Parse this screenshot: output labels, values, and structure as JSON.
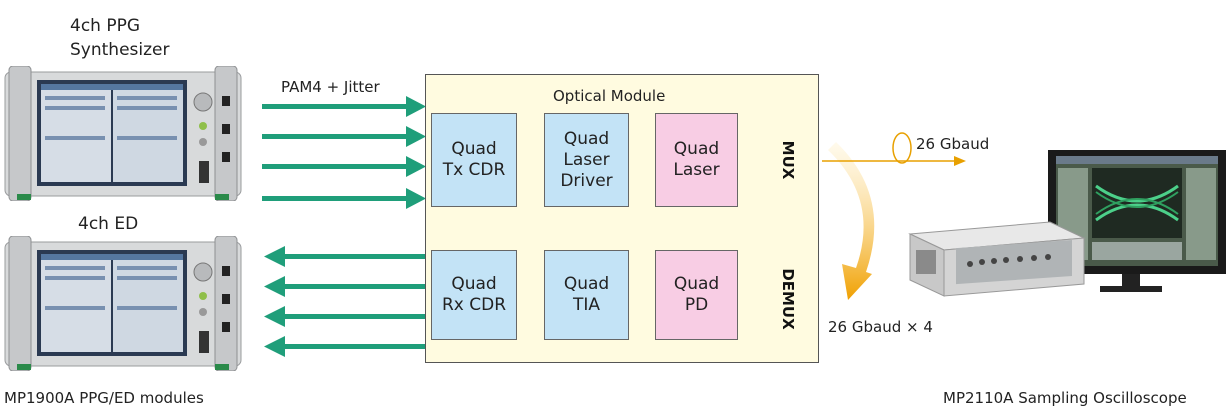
{
  "labels": {
    "ppg_title": "4ch PPG\nSynthesizer",
    "ed_title": "4ch ED",
    "pam4": "PAM4 + Jitter",
    "optical_module": "Optical Module",
    "gbaud_single": "26 Gbaud",
    "gbaud_quad": "26 Gbaud × 4",
    "mp1900a": "MP1900A PPG/ED modules",
    "mp2110a": "MP2110A Sampling Oscilloscope"
  },
  "blocks": {
    "tx_cdr": "Quad\nTx CDR",
    "laser_driver": "Quad\nLaser\nDriver",
    "laser": "Quad\nLaser",
    "mux": "MUX",
    "rx_cdr": "Quad\nRx CDR",
    "tia": "Quad\nTIA",
    "pd": "Quad\nPD",
    "demux": "DEMUX"
  },
  "colors": {
    "arrow_green": "#1f9e7a",
    "block_blue": "#c3e3f6",
    "block_pink": "#f8cde4",
    "module_bg": "#fffbe0",
    "orange": "#f0a000"
  }
}
